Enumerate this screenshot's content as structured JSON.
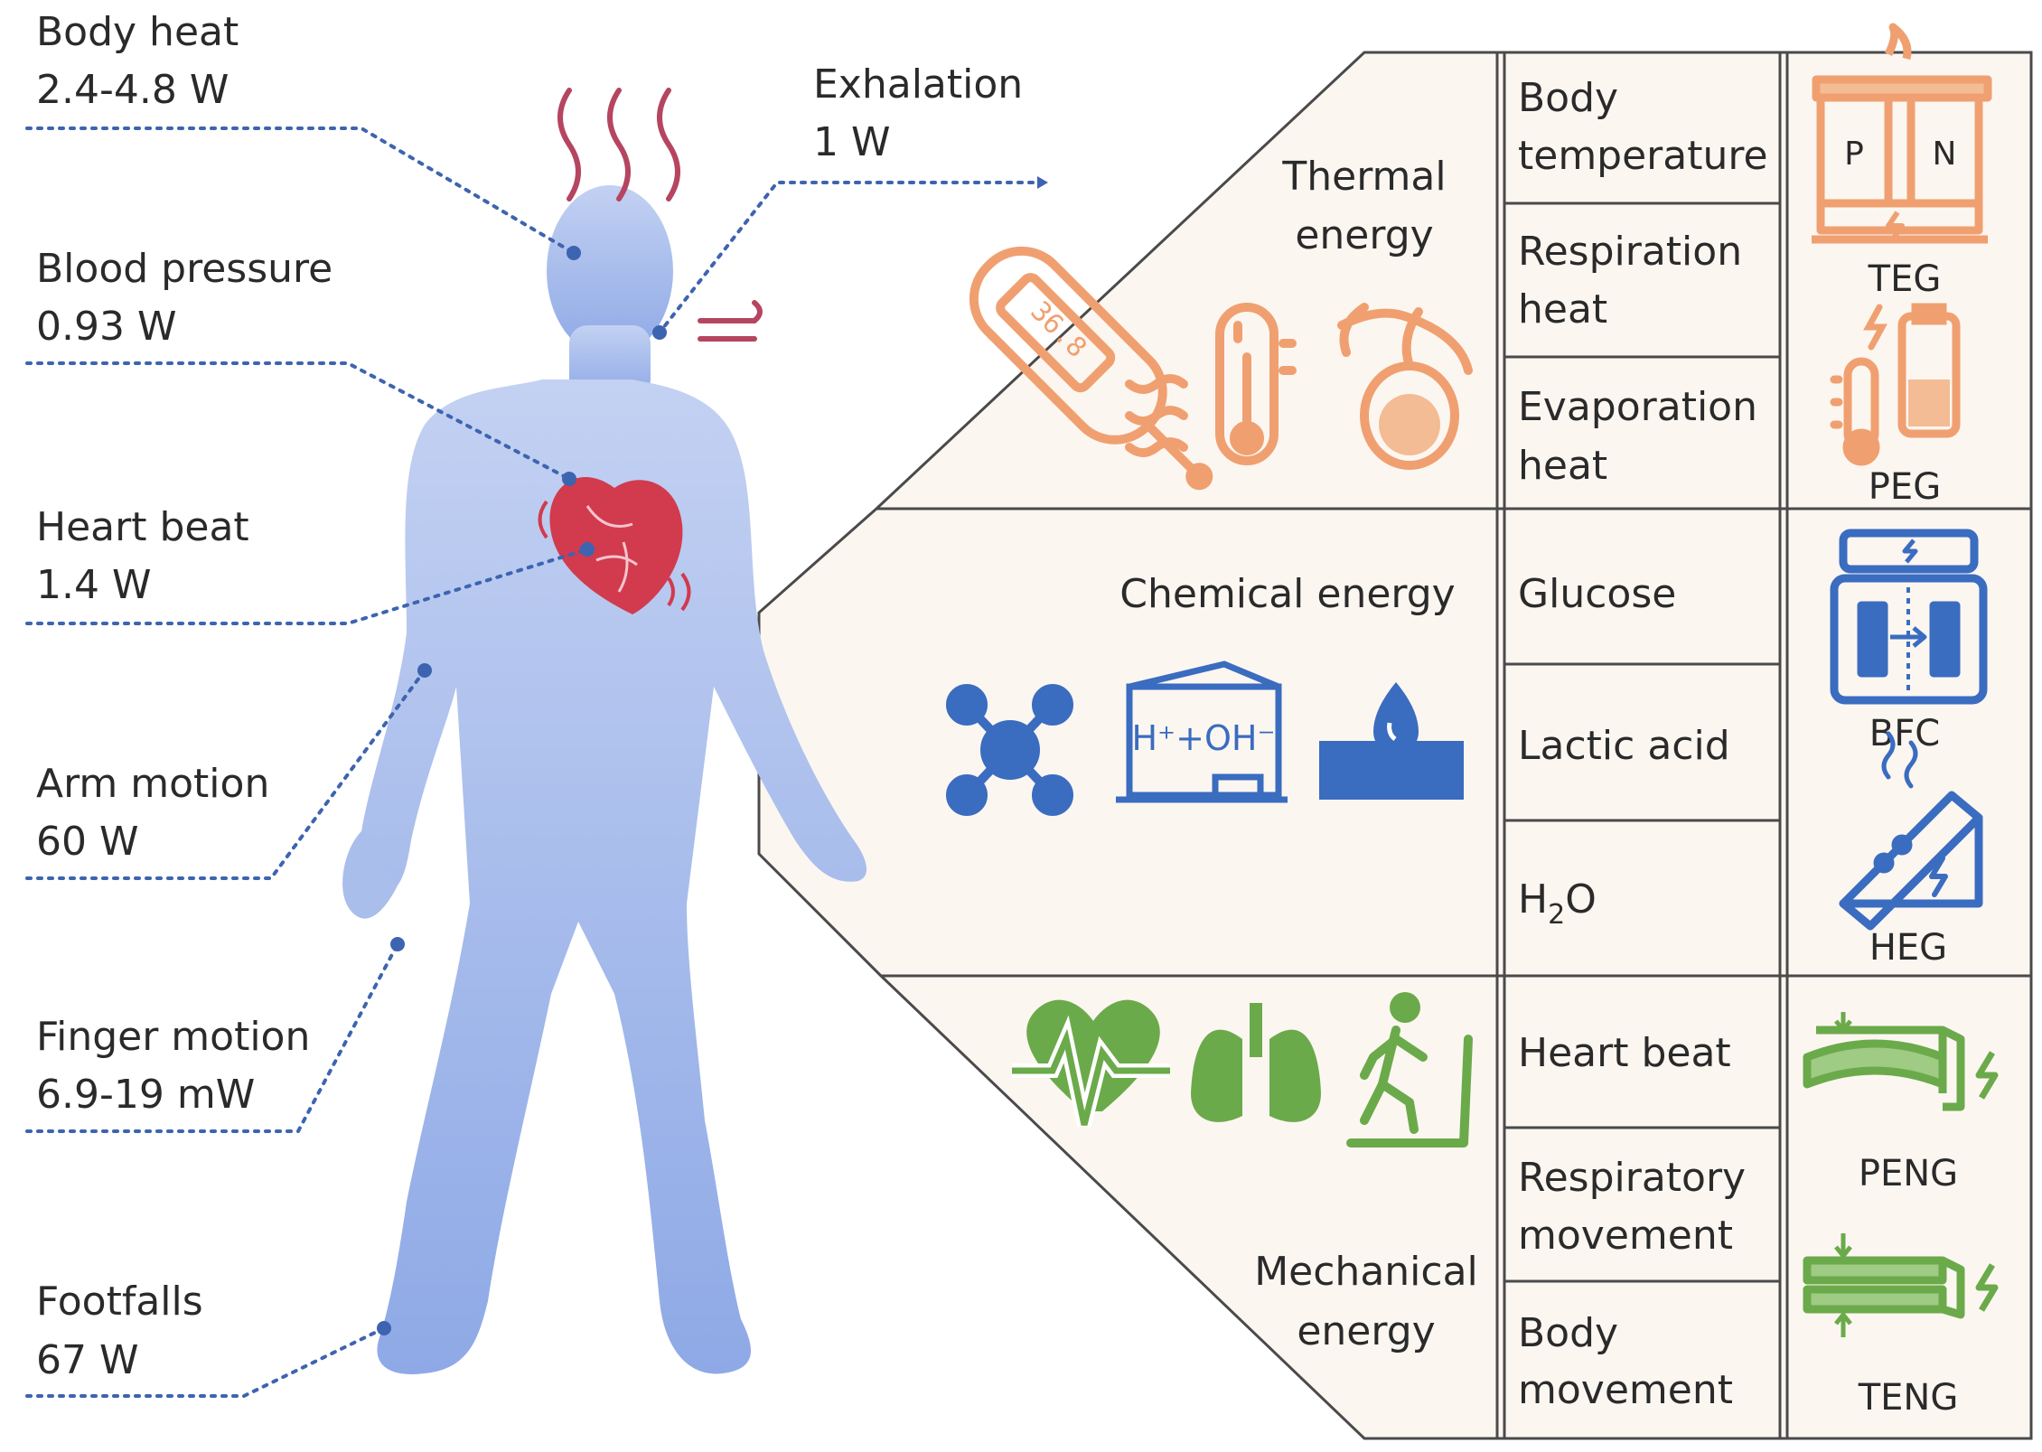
{
  "left_labels": [
    {
      "name": "Body heat",
      "value": "2.4-4.8 W"
    },
    {
      "name": "Blood pressure",
      "value": "0.93 W"
    },
    {
      "name": "Heart beat",
      "value": "1.4 W"
    },
    {
      "name": "Arm motion",
      "value": "60 W"
    },
    {
      "name": "Finger motion",
      "value": "6.9-19 mW"
    },
    {
      "name": "Footfalls",
      "value": "67 W"
    }
  ],
  "exhalation": {
    "name": "Exhalation",
    "value": "1 W"
  },
  "energy_types": {
    "thermal": [
      "Thermal",
      "energy"
    ],
    "chemical": "Chemical energy",
    "mechanical": [
      "Mechanical",
      "energy"
    ]
  },
  "sources": {
    "thermal": [
      [
        "Body",
        "temperature"
      ],
      [
        "Respiration",
        "heat"
      ],
      [
        "Evaporation",
        "heat"
      ]
    ],
    "chemical": [
      "Glucose",
      "Lactic acid",
      "H",
      "2",
      "O"
    ],
    "mechanical": [
      "Heart beat",
      [
        "Respiratory",
        "movement"
      ],
      [
        "Body",
        "movement"
      ]
    ]
  },
  "devices": {
    "teg": "TEG",
    "peg": "PEG",
    "bfc": "BFC",
    "heg": "HEG",
    "peng": "PENG",
    "teng": "TENG",
    "teg_p": "P",
    "teg_n": "N",
    "thermo_display": "36.8"
  },
  "chem_icon_text": {
    "ions": "H⁺+OH⁻"
  },
  "colors": {
    "thermal": "#F0A070",
    "chemical": "#3A6CC0",
    "mechanical": "#6BAA4A",
    "body": "#B7C9EF",
    "heart": "#D23A4E",
    "dotline": "#3D64B0",
    "panel": "#FCF6F1",
    "grid": "#4A4A4A"
  }
}
